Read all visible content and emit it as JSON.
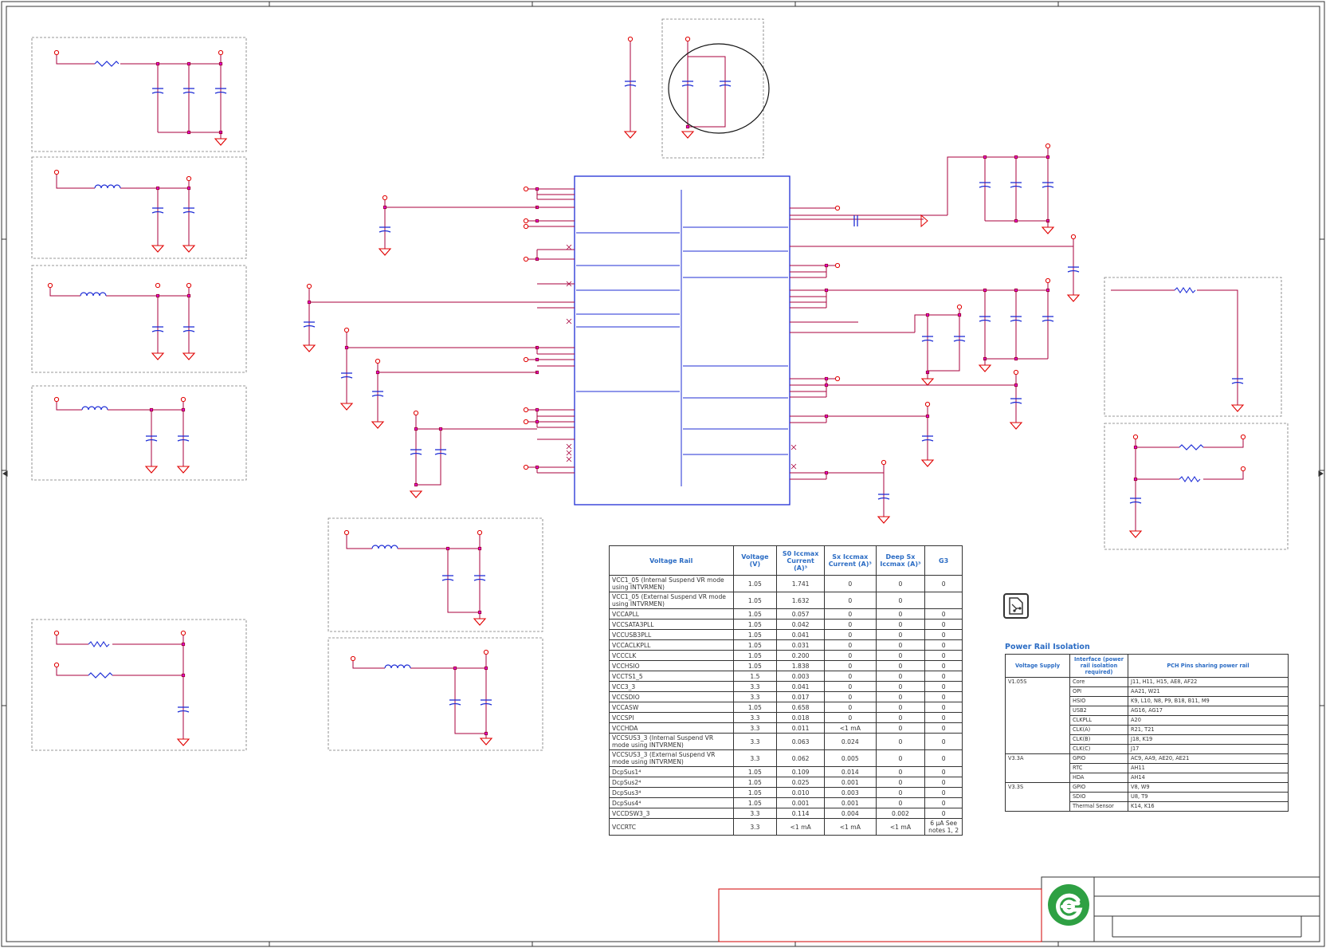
{
  "rail_table": {
    "headers": [
      "Voltage Rail",
      "Voltage (V)",
      "S0 Iccmax Current (A)³",
      "Sx Iccmax Current (A)³",
      "Deep Sx Iccmax (A)³",
      "G3"
    ],
    "rows": [
      {
        "rail": "VCC1_05 (Internal Suspend VR mode using INTVRMEN)",
        "v": "1.05",
        "s0": "1.741",
        "sx": "0",
        "dsx": "0",
        "g3": "0"
      },
      {
        "rail": "VCC1_05 (External Suspend VR mode using INTVRMEN)",
        "v": "1.05",
        "s0": "1.632",
        "sx": "0",
        "dsx": "0",
        "g3": ""
      },
      {
        "rail": "VCCAPLL",
        "v": "1.05",
        "s0": "0.057",
        "sx": "0",
        "dsx": "0",
        "g3": "0"
      },
      {
        "rail": "VCCSATA3PLL",
        "v": "1.05",
        "s0": "0.042",
        "sx": "0",
        "dsx": "0",
        "g3": "0"
      },
      {
        "rail": "VCCUSB3PLL",
        "v": "1.05",
        "s0": "0.041",
        "sx": "0",
        "dsx": "0",
        "g3": "0"
      },
      {
        "rail": "VCCACLKPLL",
        "v": "1.05",
        "s0": "0.031",
        "sx": "0",
        "dsx": "0",
        "g3": "0"
      },
      {
        "rail": "VCCCLK",
        "v": "1.05",
        "s0": "0.200",
        "sx": "0",
        "dsx": "0",
        "g3": "0"
      },
      {
        "rail": "VCCHSIO",
        "v": "1.05",
        "s0": "1.838",
        "sx": "0",
        "dsx": "0",
        "g3": "0"
      },
      {
        "rail": "VCCTS1_5",
        "v": "1.5",
        "s0": "0.003",
        "sx": "0",
        "dsx": "0",
        "g3": "0"
      },
      {
        "rail": "VCC3_3",
        "v": "3.3",
        "s0": "0.041",
        "sx": "0",
        "dsx": "0",
        "g3": "0"
      },
      {
        "rail": "VCCSDIO",
        "v": "3.3",
        "s0": "0.017",
        "sx": "0",
        "dsx": "0",
        "g3": "0"
      },
      {
        "rail": "VCCASW",
        "v": "1.05",
        "s0": "0.658",
        "sx": "0",
        "dsx": "0",
        "g3": "0"
      },
      {
        "rail": "VCCSPI",
        "v": "3.3",
        "s0": "0.018",
        "sx": "0",
        "dsx": "0",
        "g3": "0"
      },
      {
        "rail": "VCCHDA",
        "v": "3.3",
        "s0": "0.011",
        "sx": "<1 mA",
        "dsx": "0",
        "g3": "0"
      },
      {
        "rail": "VCCSUS3_3 (Internal Suspend VR mode using INTVRMEN)",
        "v": "3.3",
        "s0": "0.063",
        "sx": "0.024",
        "dsx": "0",
        "g3": "0"
      },
      {
        "rail": "VCCSUS3_3 (External Suspend VR mode using INTVRMEN)",
        "v": "3.3",
        "s0": "0.062",
        "sx": "0.005",
        "dsx": "0",
        "g3": "0"
      },
      {
        "rail": "DcpSus1⁴",
        "v": "1.05",
        "s0": "0.109",
        "sx": "0.014",
        "dsx": "0",
        "g3": "0"
      },
      {
        "rail": "DcpSus2⁴",
        "v": "1.05",
        "s0": "0.025",
        "sx": "0.001",
        "dsx": "0",
        "g3": "0"
      },
      {
        "rail": "DcpSus3⁴",
        "v": "1.05",
        "s0": "0.010",
        "sx": "0.003",
        "dsx": "0",
        "g3": "0"
      },
      {
        "rail": "DcpSus4⁴",
        "v": "1.05",
        "s0": "0.001",
        "sx": "0.001",
        "dsx": "0",
        "g3": "0"
      },
      {
        "rail": "VCCDSW3_3",
        "v": "3.3",
        "s0": "0.114",
        "sx": "0.004",
        "dsx": "0.002",
        "g3": "0"
      },
      {
        "rail": "VCCRTC",
        "v": "3.3",
        "s0": "<1 mA",
        "sx": "<1 mA",
        "dsx": "<1 mA",
        "g3": "6 μA See notes 1, 2"
      }
    ]
  },
  "isolation": {
    "title": "Power Rail Isolation",
    "headers": [
      "Voltage Supply",
      "Interface (power rail isolation required)",
      "PCH Pins sharing power rail"
    ],
    "rows": [
      {
        "supply": "V1.05S",
        "iface": "Core",
        "pins": "J11, H11, H15, AE8, AF22"
      },
      {
        "supply": "",
        "iface": "OPI",
        "pins": "AA21, W21"
      },
      {
        "supply": "",
        "iface": "HSIO",
        "pins": "K9, L10, N8, P9, B18, B11, M9"
      },
      {
        "supply": "",
        "iface": "USB2",
        "pins": "AG16, AG17"
      },
      {
        "supply": "",
        "iface": "CLKPLL",
        "pins": "A20"
      },
      {
        "supply": "",
        "iface": "CLK(A)",
        "pins": "R21, T21"
      },
      {
        "supply": "",
        "iface": "CLK(B)",
        "pins": "J18, K19"
      },
      {
        "supply": "",
        "iface": "CLK(C)",
        "pins": "J17"
      },
      {
        "supply": "V3.3A",
        "iface": "GPIO",
        "pins": "AC9, AA9, AE20, AE21"
      },
      {
        "supply": "",
        "iface": "RTC",
        "pins": "AH11"
      },
      {
        "supply": "",
        "iface": "HDA",
        "pins": "AH14"
      },
      {
        "supply": "V3.3S",
        "iface": "GPIO",
        "pins": "V8, W9"
      },
      {
        "supply": "",
        "iface": "SDIO",
        "pins": "U8, T9"
      },
      {
        "supply": "",
        "iface": "Thermal Sensor",
        "pins": "K14, K16"
      }
    ]
  },
  "colors": {
    "net": "#a8003c",
    "component": "#1f2ed6",
    "pin": "#e000e0",
    "ground": "#e00000",
    "border": "#333333",
    "accent": "#2b6cc4",
    "logo": "#2ea043"
  },
  "icons": {
    "cad": "schematic-document-icon",
    "logo": "company-logo-icon"
  }
}
